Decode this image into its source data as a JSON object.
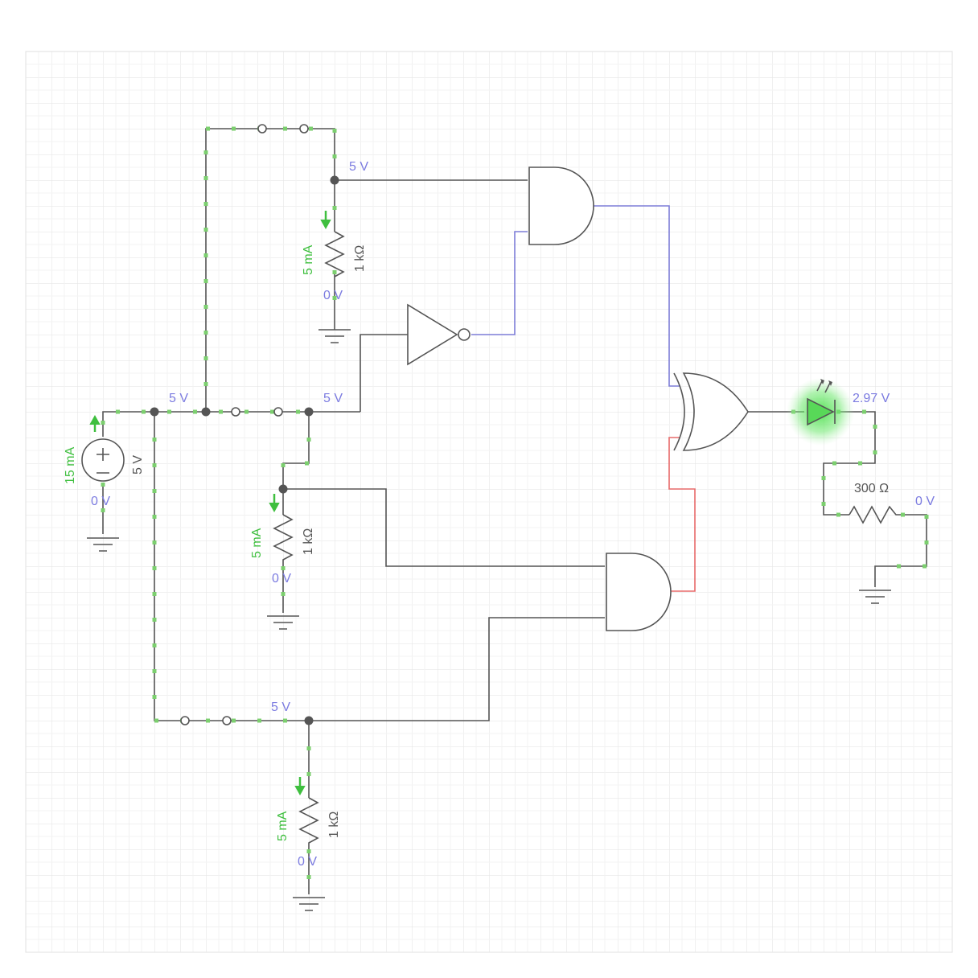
{
  "source": {
    "voltage": "5 V",
    "current": "15 mA",
    "bottom_voltage": "0 V"
  },
  "resistor_top": {
    "value": "1 kΩ",
    "current": "5 mA",
    "top_voltage": "5 V",
    "bottom_voltage": "0 V"
  },
  "resistor_mid": {
    "value": "1 kΩ",
    "current": "5 mA",
    "top_voltage": "5 V",
    "bottom_voltage": "0 V"
  },
  "resistor_bottom": {
    "value": "1 kΩ",
    "current": "5 mA",
    "top_voltage": "5 V",
    "bottom_voltage": "0 V"
  },
  "main_rail": {
    "voltage": "5 V"
  },
  "led": {
    "voltage": "2.97 V",
    "color": "#3fdc3f"
  },
  "resistor_led": {
    "value": "300 Ω",
    "bottom_voltage": "0 V"
  },
  "colors": {
    "high_wire": "#e86a6a",
    "low_wire": "#7e7ed8",
    "current_flow": "#7ccf6f"
  }
}
